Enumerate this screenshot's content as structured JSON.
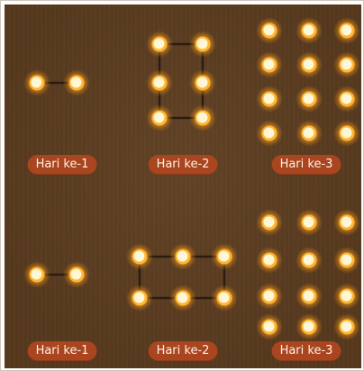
{
  "colors": {
    "background": "#5c3d1f",
    "label_background": "#a9451f",
    "label_text": "#fff1e6",
    "bulb_core": "#fff6d6",
    "bulb_glow": "#ffb52e",
    "wire": "#2a1c10"
  },
  "rows": [
    {
      "panels": [
        {
          "label": "Hari ke-1",
          "bulbs": 2,
          "arrangement": "1 × 2"
        },
        {
          "label": "Hari ke-2",
          "bulbs": 6,
          "arrangement": "3 × 2"
        },
        {
          "label": "Hari ke-3",
          "bulbs": 12,
          "arrangement": "4 × 3"
        }
      ]
    },
    {
      "panels": [
        {
          "label": "Hari ke-1",
          "bulbs": 2,
          "arrangement": "1 × 2"
        },
        {
          "label": "Hari ke-2",
          "bulbs": 6,
          "arrangement": "2 × 3"
        },
        {
          "label": "Hari ke-3",
          "bulbs": 12,
          "arrangement": "4 × 3"
        }
      ]
    }
  ]
}
